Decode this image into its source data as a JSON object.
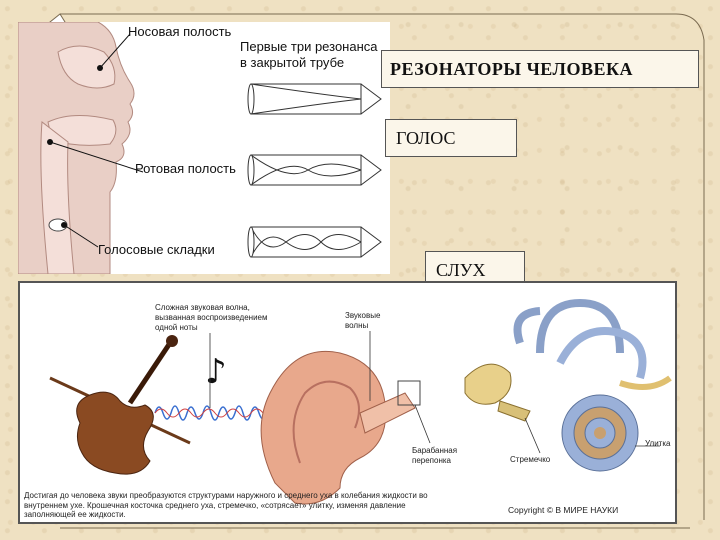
{
  "slide": {
    "title": "РЕЗОНАТОРЫ ЧЕЛОВЕКА",
    "voice_label": "ГОЛОС",
    "hearing_label": "СЛУХ"
  },
  "vocal_diagram": {
    "nasal_cavity": "Носовая полость",
    "resonances_line1": "Первые три резонанса",
    "resonances_line2": "в закрытой трубе",
    "oral_cavity": "Ротовая полость",
    "vocal_folds": "Голосовые складки"
  },
  "ear_diagram": {
    "complex_wave_line1": "Сложная звуковая волна,",
    "complex_wave_line2": "вызванная воспроизведением",
    "complex_wave_line3": "одной ноты",
    "sound_waves_line1": "Звуковые",
    "sound_waves_line2": "волны",
    "eardrum_line1": "Барабанная",
    "eardrum_line2": "перепонка",
    "stapes": "Стремечко",
    "cochlea": "Улитка",
    "caption": "Достигая до человека звуки преобразуются структурами наружного и среднего уха в колебания жидкости во внутреннем ухе. Крошечная косточка среднего уха, стремечко, «сотрясает» улитку, изменяя давление заполняющей ее жидкости.",
    "copyright": "Copyright © В МИРЕ НАУКИ"
  },
  "colors": {
    "title_box_bg": "#fbf6ea",
    "background": "#efe1c2"
  }
}
